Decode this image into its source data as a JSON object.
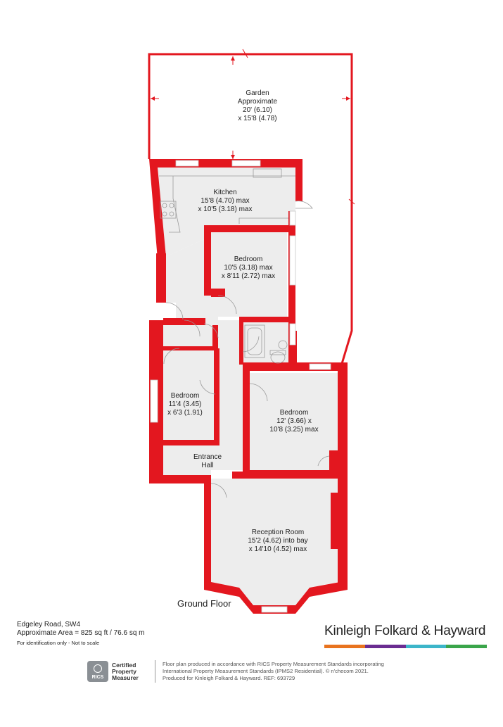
{
  "rooms": {
    "garden": {
      "name": "Garden",
      "line1": "Approximate",
      "line2": "20' (6.10)",
      "line3": "x 15'8 (4.78)"
    },
    "kitchen": {
      "name": "Kitchen",
      "line1": "15'8 (4.70) max",
      "line2": "x 10'5 (3.18) max"
    },
    "bedroom1": {
      "name": "Bedroom",
      "line1": "10'5 (3.18) max",
      "line2": "x 8'11 (2.72) max"
    },
    "bedroom2": {
      "name": "Bedroom",
      "line1": "11'4 (3.45)",
      "line2": "x 6'3 (1.91)"
    },
    "bedroom3": {
      "name": "Bedroom",
      "line1": "12' (3.66) x",
      "line2": "10'8 (3.25) max"
    },
    "hall": {
      "name": "Entrance",
      "line1": "Hall"
    },
    "reception": {
      "name": "Reception Room",
      "line1": "15'2 (4.62) into bay",
      "line2": "x 14'10 (4.52) max"
    }
  },
  "floor_label": "Ground Floor",
  "footer": {
    "address": "Edgeley Road, SW4",
    "area": "Approximate Area = 825 sq ft / 76.6 sq m",
    "disclaimer": "For identification only - Not to scale",
    "brand": "Kinleigh Folkard & Hayward",
    "brand_colors": [
      "#e8731e",
      "#6a2c91",
      "#3cb5c9",
      "#3aa54a"
    ],
    "rics_badge": "RICS",
    "rics_line1": "Certified",
    "rics_line2": "Property",
    "rics_line3": "Measurer",
    "legal_line1": "Floor plan produced in accordance with RICS Property Measurement Standards incorporating",
    "legal_line2": "International Property Measurement Standards (IPMS2 Residential).  © n'checom 2021.",
    "legal_line3": "Produced for Kinleigh Folkard & Hayward.   REF: 693729"
  },
  "colors": {
    "wall": "#e3171f",
    "floor": "#ededed",
    "fixture": "#bdbdbd"
  }
}
